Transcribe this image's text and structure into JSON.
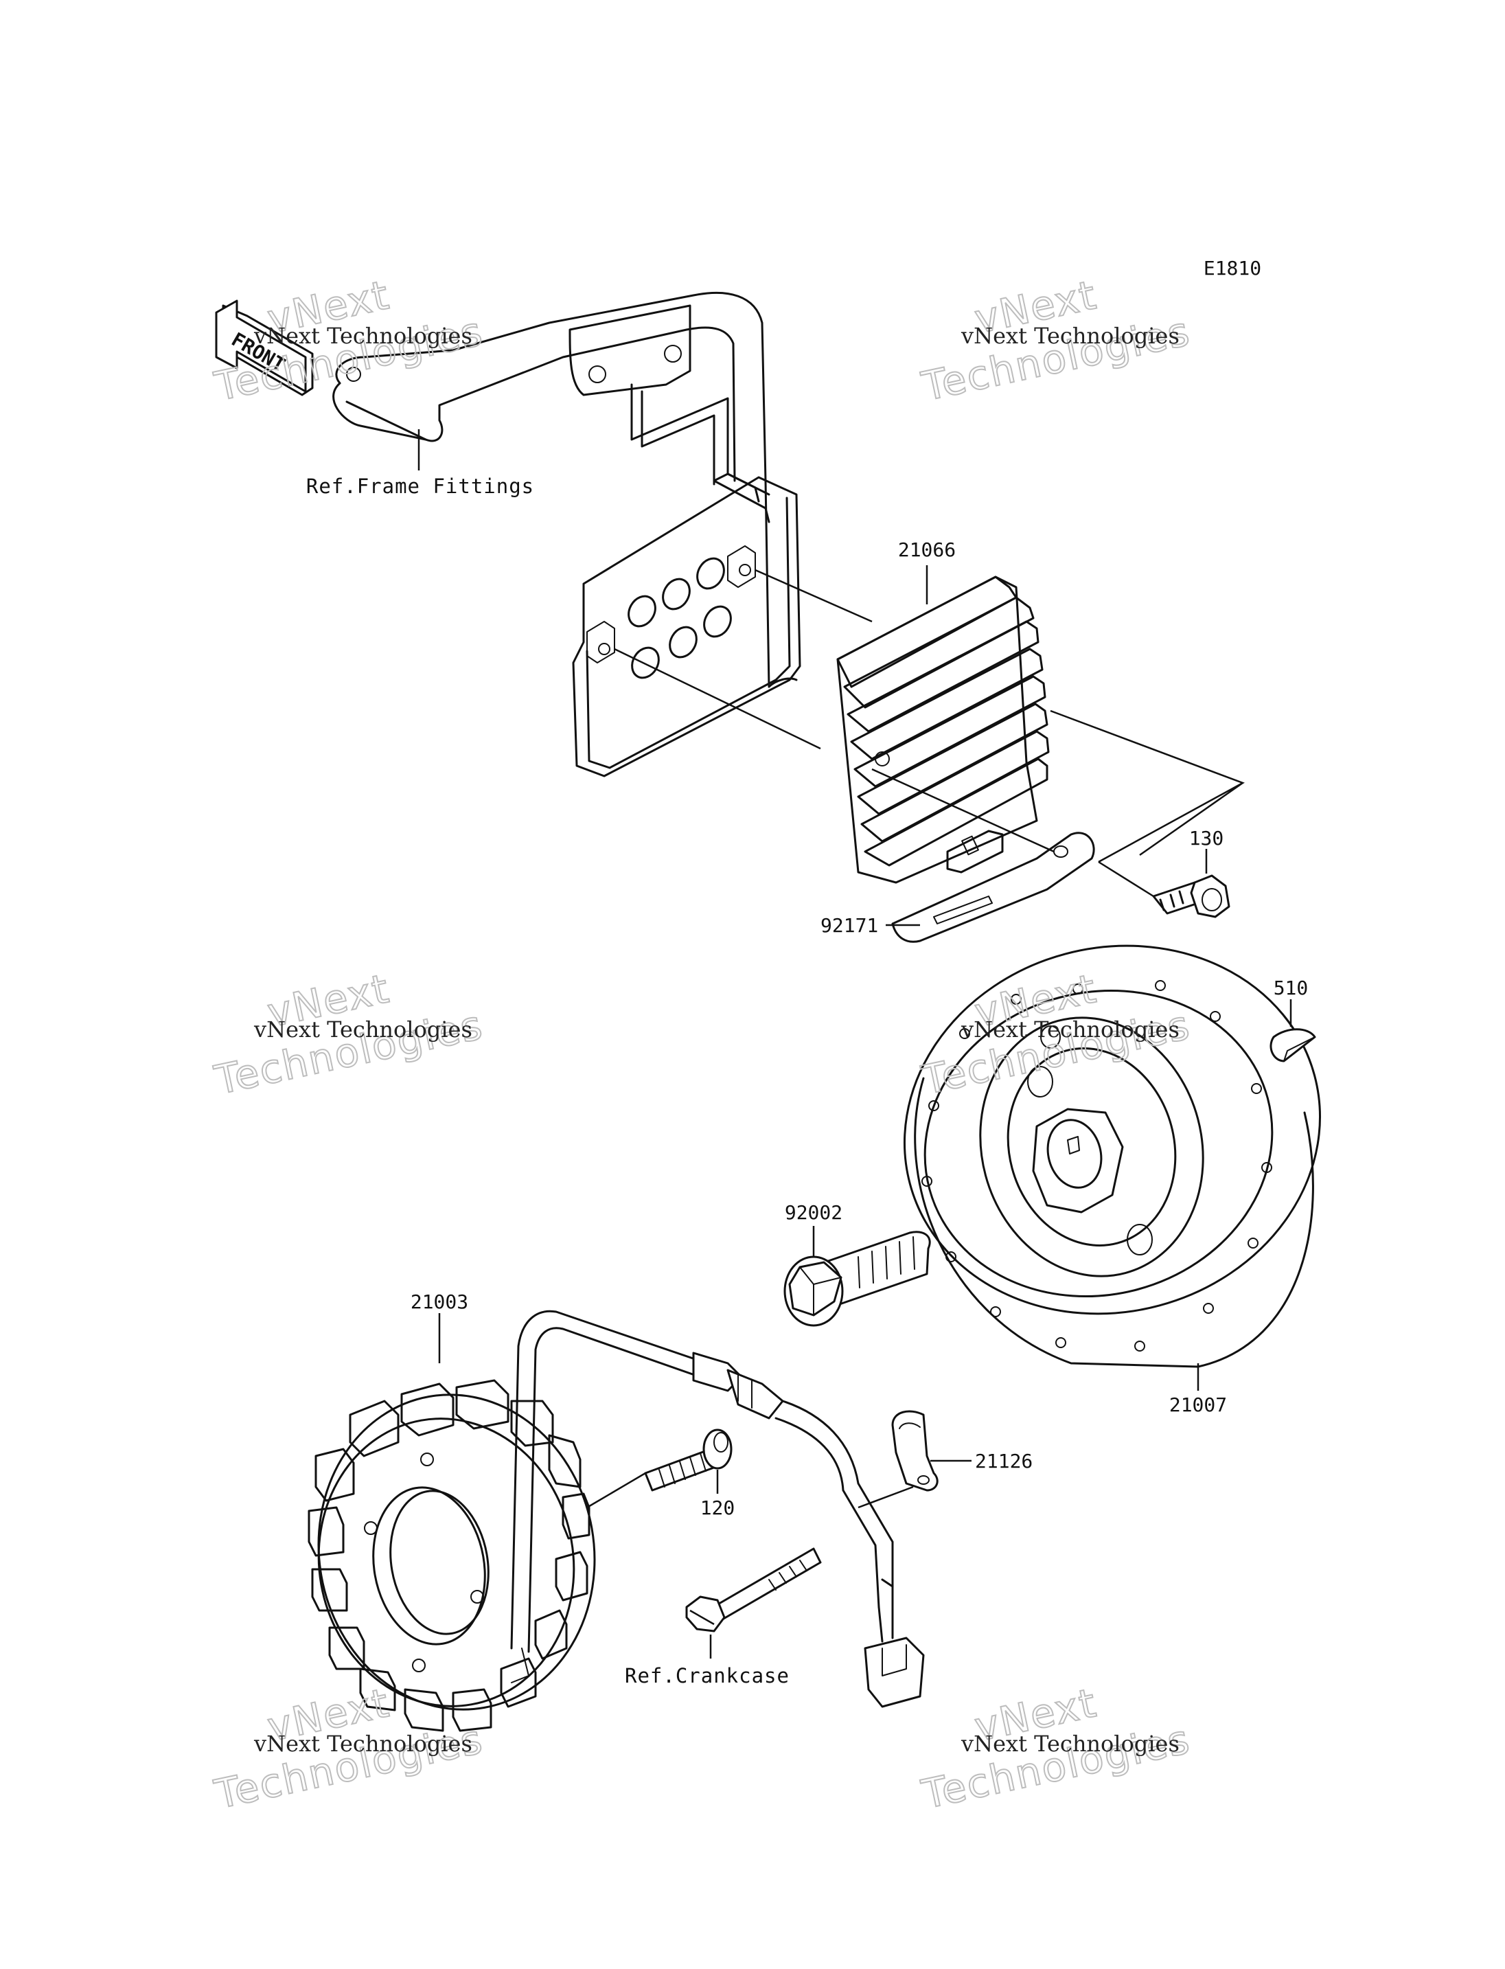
{
  "diagram_code": "E1810",
  "front_marker": "FRONT",
  "watermark": {
    "line1": "vNext Technologies",
    "big_top": "vNext",
    "big_bottom": "Technologies"
  },
  "labels": {
    "ref_frame": "Ref.Frame Fittings",
    "regulator": "21066",
    "bolt_130": "130",
    "plate_92171": "92171",
    "key_510": "510",
    "bolt_92002": "92002",
    "stator": "21003",
    "rotor": "21007",
    "clamp": "21126",
    "screw_120": "120",
    "ref_crankcase": "Ref.Crankcase"
  },
  "colors": {
    "line": "#111111",
    "watermark_outline": "#bdbdbd",
    "background": "#ffffff"
  }
}
